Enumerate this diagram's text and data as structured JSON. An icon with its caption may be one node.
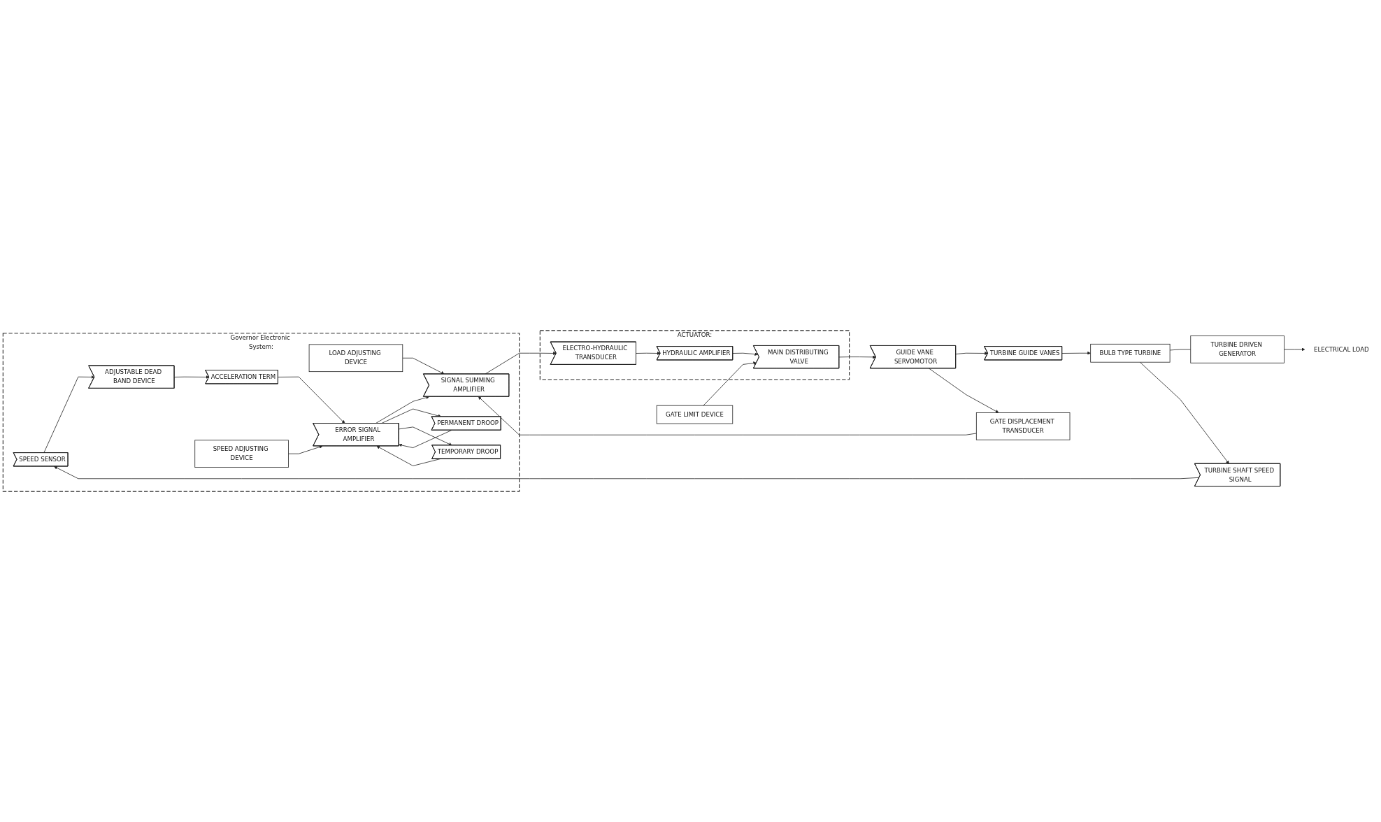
{
  "diagram": {
    "nodes": [
      {
        "text": [
          "Governor Electronic System:"
        ]
      },
      {
        "text": [
          "SPEED SENSOR"
        ],
        "in": 0
      },
      {
        "text": [
          "ADJUSTABLE DEAD BAND DEVICE"
        ],
        "in": 0
      },
      {
        "text": [
          "ACCELERATION TERM"
        ],
        "in": 0
      },
      {
        "text": [
          "SPEED ADJUSTING DEVICE"
        ],
        "in": 0
      },
      {
        "text": [
          "LOAD ADJUSTING DEVICE"
        ],
        "in": 0
      },
      {
        "text": [
          "ERROR SIGNAL AMPLIFIER"
        ],
        "in": 0
      },
      {
        "text": [
          "SIGNAL SUMMING AMPLIFIER"
        ],
        "in": 0
      },
      {
        "text": [
          "PERMANENT DROOP"
        ],
        "in": 0
      },
      {
        "text": [
          "TEMPORARY DROOP"
        ],
        "in": 0
      },
      {
        "text": [
          "ACTUATOR:"
        ]
      },
      {
        "text": [
          "ELECTRO-HYDRAULIC TRANSDUCER"
        ],
        "in": 10
      },
      {
        "text": [
          "HYDRAULIC AMPLIFIER"
        ],
        "in": 10
      },
      {
        "text": [
          "MAIN DISTRIBUTING VALVE"
        ],
        "in": 10
      },
      {
        "text": [
          "GATE LIMIT DEVICE"
        ]
      },
      {
        "text": [
          "GATE DISPLACEMENT TRANSDUCER"
        ]
      },
      {
        "text": [
          "TURBINE SHAFT SPEED SIGNAL"
        ]
      },
      {
        "text": [
          "TURBINE DRIVEN GENERATOR"
        ]
      },
      {
        "text": [
          "BULB TYPE TURBINE"
        ]
      },
      {
        "text": [
          "TURBINE GUIDE VANES"
        ]
      },
      {
        "text": [
          "GUIDE VANE SERVOMOTOR"
        ]
      },
      {
        "text": [
          "ELECTRICAL LOAD"
        ]
      }
    ],
    "edges": [
      {
        "from": 1,
        "to": 2,
        "arrow": "to"
      },
      {
        "from": 2,
        "to": 3,
        "arrow": "to"
      },
      {
        "from": 3,
        "to": 6,
        "arrow": "to"
      },
      {
        "from": 4,
        "to": 6,
        "arrow": "to"
      },
      {
        "from": 5,
        "to": 7,
        "arrow": "to"
      },
      {
        "from": 6,
        "to": 7,
        "arrow": "to"
      },
      {
        "from": 6,
        "to": 8,
        "arrow": "to"
      },
      {
        "from": 6,
        "to": 9,
        "arrow": "to"
      },
      {
        "from": 8,
        "to": 6,
        "arrow": "to"
      },
      {
        "from": 9,
        "to": 6,
        "arrow": "to"
      },
      {
        "from": 7,
        "to": 11,
        "arrow": "to"
      },
      {
        "from": 11,
        "to": 12,
        "arrow": "to"
      },
      {
        "from": 12,
        "to": 13,
        "arrow": "to"
      },
      {
        "from": 14,
        "to": 13,
        "arrow": "to"
      },
      {
        "from": 13,
        "to": 20,
        "arrow": "to"
      },
      {
        "from": 20,
        "to": 19,
        "arrow": "to"
      },
      {
        "from": 20,
        "to": 15,
        "arrow": "to"
      },
      {
        "from": 15,
        "to": 7,
        "arrow": "to"
      },
      {
        "from": 19,
        "to": 18,
        "arrow": "to"
      },
      {
        "from": 18,
        "to": 17,
        "arrow": "none"
      },
      {
        "from": 18,
        "to": 16,
        "arrow": "to"
      },
      {
        "from": 17,
        "to": 21,
        "arrow": "to"
      },
      {
        "from": 16,
        "to": 1,
        "arrow": "to"
      }
    ]
  }
}
